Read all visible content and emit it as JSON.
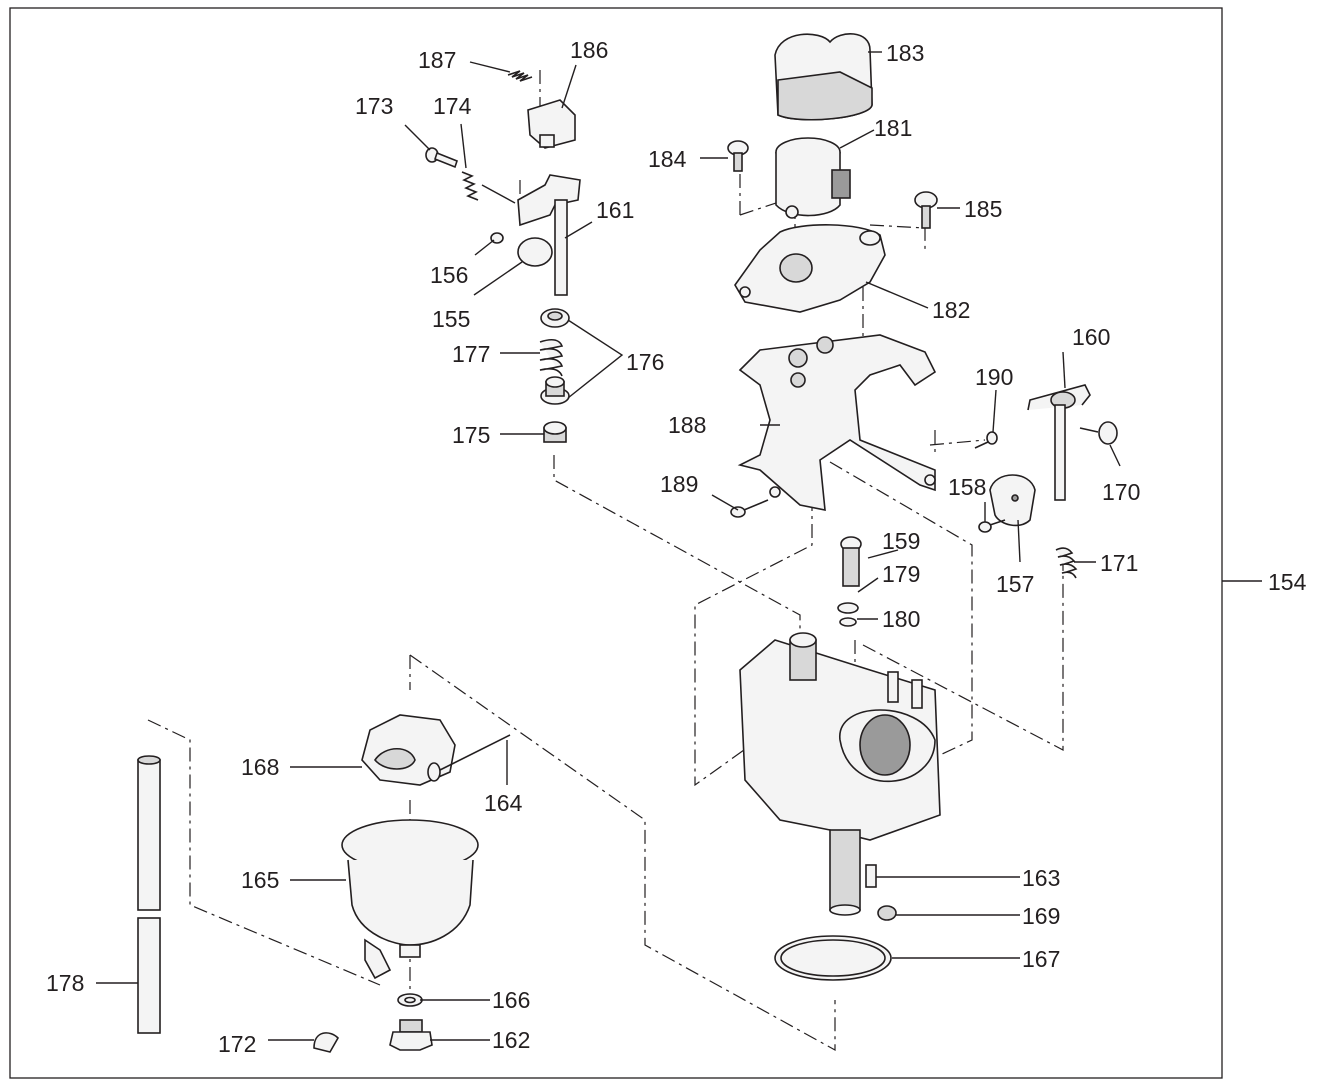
{
  "diagram": {
    "labels": [
      "154",
      "155",
      "156",
      "157",
      "158",
      "159",
      "160",
      "161",
      "162",
      "163",
      "164",
      "165",
      "166",
      "167",
      "168",
      "169",
      "170",
      "171",
      "172",
      "173",
      "174",
      "175",
      "176",
      "177",
      "178",
      "179",
      "180",
      "181",
      "182",
      "183",
      "184",
      "185",
      "186",
      "187",
      "188",
      "189",
      "190"
    ]
  }
}
